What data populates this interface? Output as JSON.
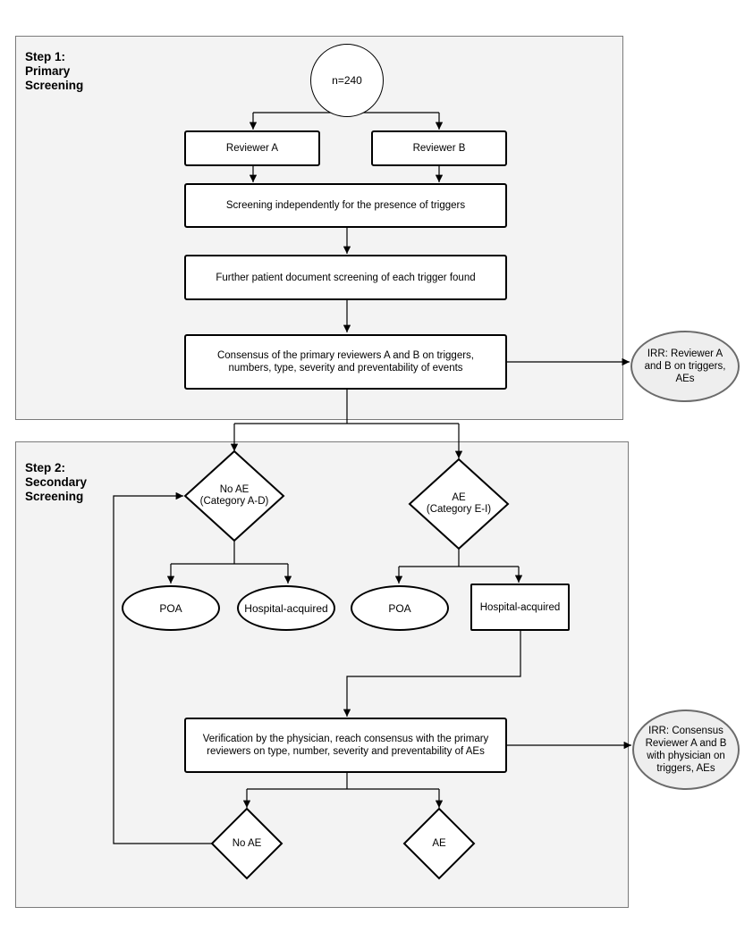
{
  "step1": {
    "title": "Step 1:\nPrimary\nScreening"
  },
  "step2": {
    "title": "Step 2:\nSecondary\nScreening"
  },
  "nodes": {
    "start": "n=240",
    "reviewer_a": "Reviewer A",
    "reviewer_b": "Reviewer B",
    "screening": "Screening independently for the presence of triggers",
    "further": "Further patient document screening of each trigger found",
    "consensus": "Consensus of the primary reviewers A and B on triggers, numbers,  type, severity and preventability of events",
    "irr1": "IRR: Reviewer A and B on triggers, AEs",
    "no_ae_cat": "No AE\n(Category A-D)",
    "ae_cat": "AE\n(Category E-I)",
    "poa_left": "POA",
    "hospital_left": "Hospital-acquired",
    "poa_right": "POA",
    "hospital_right": "Hospital-acquired",
    "verification": "Verification by the physician, reach consensus with the primary reviewers on type, number, severity and preventability of AEs",
    "irr2": "IRR: Consensus Reviewer A and B with physician on triggers, AEs",
    "no_ae_final": "No AE",
    "ae_final": "AE"
  }
}
